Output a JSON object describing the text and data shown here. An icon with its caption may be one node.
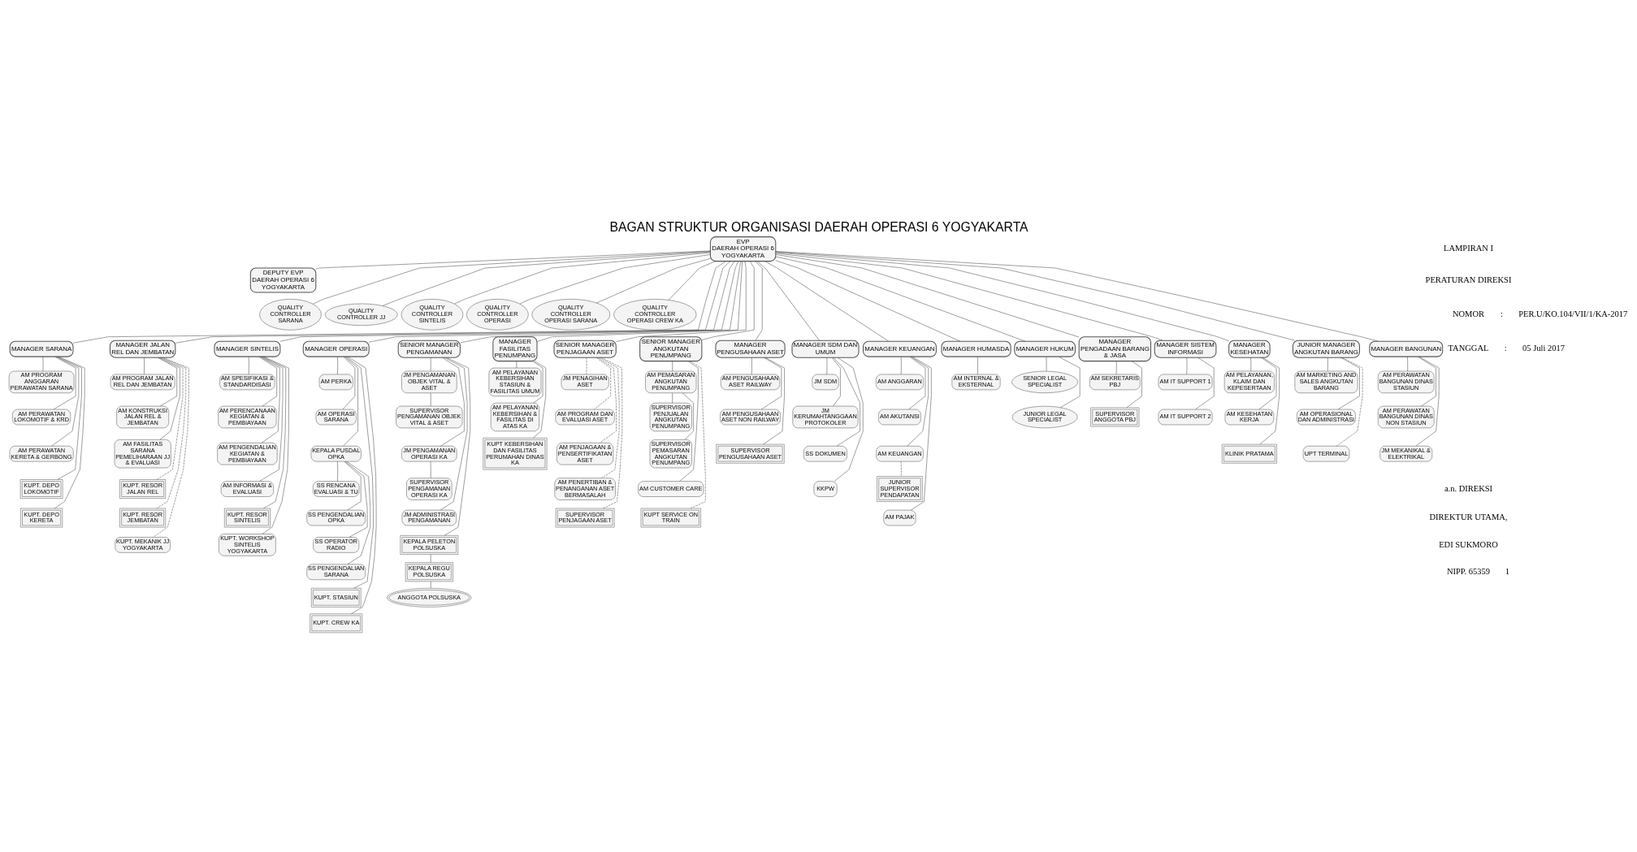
{
  "diagram": {
    "title": "BAGAN STRUKTUR ORGANISASI DAERAH OPERASI 6 YOGYAKARTA",
    "nodes": [
      {
        "text": [
          "EVP",
          "DAERAH OPERASI 6 YOGYAKARTA"
        ]
      },
      {
        "text": [
          "DEPUTY EVP",
          "DAERAH OPERASI 6 YOGYAKARTA"
        ]
      },
      {
        "text": [
          "QUALITY CONTROLLER SARANA"
        ]
      },
      {
        "text": [
          "QUALITY CONTROLLER JJ"
        ]
      },
      {
        "text": [
          "QUALITY CONTROLLER SINTELIS"
        ]
      },
      {
        "text": [
          "QUALITY CONTROLLER OPERASI"
        ]
      },
      {
        "text": [
          "QUALITY CONTROLLER OPERASI SARANA"
        ]
      },
      {
        "text": [
          "QUALITY CONTROLLER OPERASI CREW KA"
        ]
      },
      {
        "text": [
          "MANAGER SARANA"
        ]
      },
      {
        "text": [
          "MANAGER JALAN REL DAN JEMBATAN"
        ]
      },
      {
        "text": [
          "MANAGER SINTELIS"
        ]
      },
      {
        "text": [
          "MANAGER OPERASI"
        ]
      },
      {
        "text": [
          "SENIOR MANAGER PENGAMANAN"
        ]
      },
      {
        "text": [
          "MANAGER FASILITAS PENUMPANG"
        ]
      },
      {
        "text": [
          "SENIOR MANAGER PENJAGAAN ASET"
        ]
      },
      {
        "text": [
          "SENIOR MANAGER ANGKUTAN PENUMPANG"
        ]
      },
      {
        "text": [
          "MANAGER PENGUSAHAAN ASET"
        ]
      },
      {
        "text": [
          "MANAGER SDM DAN UMUM"
        ]
      },
      {
        "text": [
          "MANAGER KEUANGAN"
        ]
      },
      {
        "text": [
          "MANAGER HUMASDA"
        ]
      },
      {
        "text": [
          "MANAGER HUKUM"
        ]
      },
      {
        "text": [
          "MANAGER PENGADAAN BARANG & JASA"
        ]
      },
      {
        "text": [
          "MANAGER SISTEM INFORMASI"
        ]
      },
      {
        "text": [
          "MANAGER KESEHATAN"
        ]
      },
      {
        "text": [
          "JUNIOR MANAGER ANGKUTAN BARANG"
        ]
      },
      {
        "text": [
          "MANAGER BANGUNAN"
        ]
      },
      {
        "text": [
          "AM PROGRAM ANGGARAN PERAWATAN SARANA"
        ]
      },
      {
        "text": [
          "AM PERAWATAN LOKOMOTIF & KRD"
        ]
      },
      {
        "text": [
          "AM PERAWATAN KERETA & GERBONG"
        ]
      },
      {
        "text": [
          "KUPT. DEPO LOKOMOTIF"
        ]
      },
      {
        "text": [
          "KUPT. DEPO KERETA"
        ]
      },
      {
        "text": [
          "AM PROGRAM JALAN REL DAN JEMBATAN"
        ]
      },
      {
        "text": [
          "AM KONSTRUKSI JALAN REL & JEMBATAN"
        ]
      },
      {
        "text": [
          "AM FASILITAS SARANA PEMELIHARAAN JJ & EVALUASI"
        ]
      },
      {
        "text": [
          "KUPT. RESOR JALAN REL"
        ]
      },
      {
        "text": [
          "KUPT. RESOR JEMBATAN"
        ]
      },
      {
        "text": [
          "KUPT. MEKANIK JJ YOGYAKARTA"
        ]
      },
      {
        "text": [
          "AM SPESIFIKASI & STANDARDISASI"
        ]
      },
      {
        "text": [
          "AM PERENCANAAN KEGIATAN & PEMBIAYAAN"
        ]
      },
      {
        "text": [
          "AM PENGENDALIAN KEGIATAN & PEMBIAYAAN"
        ]
      },
      {
        "text": [
          "AM INFORMASI & EVALUASI"
        ]
      },
      {
        "text": [
          "KUPT. RESOR SINTELIS"
        ]
      },
      {
        "text": [
          "KUPT. WORKSHOP SINTELIS YOGYAKARTA"
        ]
      },
      {
        "text": [
          "AM PERKA"
        ]
      },
      {
        "text": [
          "AM OPERASI SARANA"
        ]
      },
      {
        "text": [
          "KEPALA PUSDAL OPKA"
        ]
      },
      {
        "text": [
          "SS RENCANA EVALUASI & TU"
        ]
      },
      {
        "text": [
          "SS PENGENDALIAN OPKA"
        ]
      },
      {
        "text": [
          "SS OPERATOR RADIO"
        ]
      },
      {
        "text": [
          "SS PENGENDALIAN SARANA"
        ]
      },
      {
        "text": [
          "KUPT. STASIUN"
        ]
      },
      {
        "text": [
          "KUPT. CREW KA"
        ]
      },
      {
        "text": [
          "JM PENGAMANAN OBJEK VITAL & ASET"
        ]
      },
      {
        "text": [
          "SUPERVISOR PENGAMANAN OBJEK VITAL & ASET"
        ]
      },
      {
        "text": [
          "JM PENGAMANAN OPERASI KA"
        ]
      },
      {
        "text": [
          "SUPERVISOR PENGAMANAN OPERASI KA"
        ]
      },
      {
        "text": [
          "JM ADMINISTRASI PENGAMANAN"
        ]
      },
      {
        "text": [
          "KEPALA PELETON POLSUSKA"
        ]
      },
      {
        "text": [
          "KEPALA REGU POLSUSKA"
        ]
      },
      {
        "text": [
          "ANGGOTA POLSUSKA"
        ]
      },
      {
        "text": [
          "AM PELAYANAN KEBERSIHAN STASIUN & FASILITAS UMUM"
        ]
      },
      {
        "text": [
          "AM PELAYANAN KEBERSIHAN & FASILITAS DI ATAS KA"
        ]
      },
      {
        "text": [
          "KUPT KEBERSIHAN DAN FASILITAS PERUMAHAN DINAS KA"
        ]
      },
      {
        "text": [
          "JM PENAGIHAN ASET"
        ]
      },
      {
        "text": [
          "AM PROGRAM DAN EVALUASI ASET"
        ]
      },
      {
        "text": [
          "AM PENJAGAAN & PENSERTIFIKATAN ASET"
        ]
      },
      {
        "text": [
          "AM PENERTIBAN & PENANGANAN ASET BERMASALAH"
        ]
      },
      {
        "text": [
          "SUPERVISOR PENJAGAAN ASET"
        ]
      },
      {
        "text": [
          "AM PEMASARAN ANGKUTAN PENUMPANG"
        ]
      },
      {
        "text": [
          "AM CUSTOMER CARE"
        ]
      },
      {
        "text": [
          "SUPERVISOR PENJUALAN ANGKUTAN PENUMPANG"
        ]
      },
      {
        "text": [
          "SUPERVISOR PEMASARAN ANGKUTAN PENUMPANG"
        ]
      },
      {
        "text": [
          "KUPT SERVICE ON TRAIN"
        ]
      },
      {
        "text": [
          "AM PENGUSAHAAN ASET RAILWAY"
        ]
      },
      {
        "text": [
          "AM PENGUSAHAAN ASET NON RAILWAY"
        ]
      },
      {
        "text": [
          "SUPERVISOR PENGUSAHAAN ASET"
        ]
      },
      {
        "text": [
          "JM SDM"
        ]
      },
      {
        "text": [
          "JM KERUMAHTANGGAAN PROTOKOLER"
        ]
      },
      {
        "text": [
          "SS DOKUMEN"
        ]
      },
      {
        "text": [
          "KKPW"
        ]
      },
      {
        "text": [
          "AM ANGGARAN"
        ]
      },
      {
        "text": [
          "AM AKUTANSI"
        ]
      },
      {
        "text": [
          "AM KEUANGAN"
        ]
      },
      {
        "text": [
          "AM PAJAK"
        ]
      },
      {
        "text": [
          "JUNIOR SUPERVISOR PENDAPATAN"
        ]
      },
      {
        "text": [
          "AM INTERNAL & EKSTERNAL"
        ]
      },
      {
        "text": [
          "SENIOR LEGAL SPECIALIST"
        ]
      },
      {
        "text": [
          "JUNIOR LEGAL SPECIALIST"
        ]
      },
      {
        "text": [
          "AM SEKRETARIS PBJ"
        ]
      },
      {
        "text": [
          "SUPERVISOR ANGGOTA PBJ"
        ]
      },
      {
        "text": [
          "AM IT SUPPORT 1"
        ]
      },
      {
        "text": [
          "AM IT SUPPORT 2"
        ]
      },
      {
        "text": [
          "AM PELAYANAN, KLAIM DAN KEPESERTAAN"
        ]
      },
      {
        "text": [
          "AM KESEHATAN KERJA"
        ]
      },
      {
        "text": [
          "KLINIK PRATAMA"
        ]
      },
      {
        "text": [
          "AM MARKETING AND SALES ANGKUTAN BARANG"
        ]
      },
      {
        "text": [
          "AM OPERASIONAL DAN ADMINISTRASI"
        ]
      },
      {
        "text": [
          "UPT TERMINAL"
        ]
      },
      {
        "text": [
          "AM PERAWATAN BANGUNAN DINAS STASIUN"
        ]
      },
      {
        "text": [
          "AM PERAWATAN BANGUNAN DINAS NON STASIUN"
        ]
      },
      {
        "text": [
          "JM MEKANIKAL & ELEKTRIKAL"
        ]
      }
    ],
    "edges": [
      {
        "from": 0,
        "to": 1,
        "arrow": "none"
      },
      {
        "from": 0,
        "to": 2,
        "arrow": "none"
      },
      {
        "from": 0,
        "to": 3,
        "arrow": "none"
      },
      {
        "from": 0,
        "to": 4,
        "arrow": "none"
      },
      {
        "from": 0,
        "to": 5,
        "arrow": "none"
      },
      {
        "from": 0,
        "to": 6,
        "arrow": "none"
      },
      {
        "from": 0,
        "to": 7,
        "arrow": "none"
      },
      {
        "from": 0,
        "to": 8,
        "arrow": "none"
      },
      {
        "from": 0,
        "to": 9,
        "arrow": "none"
      },
      {
        "from": 0,
        "to": 10,
        "arrow": "none"
      },
      {
        "from": 0,
        "to": 11,
        "arrow": "none"
      },
      {
        "from": 0,
        "to": 12,
        "arrow": "none"
      },
      {
        "from": 0,
        "to": 13,
        "arrow": "none"
      },
      {
        "from": 0,
        "to": 14,
        "arrow": "none"
      },
      {
        "from": 0,
        "to": 15,
        "arrow": "none"
      },
      {
        "from": 0,
        "to": 16,
        "arrow": "none"
      },
      {
        "from": 0,
        "to": 17,
        "arrow": "none"
      },
      {
        "from": 0,
        "to": 18,
        "arrow": "none"
      },
      {
        "from": 0,
        "to": 19,
        "arrow": "none"
      },
      {
        "from": 0,
        "to": 20,
        "arrow": "none"
      },
      {
        "from": 0,
        "to": 21,
        "arrow": "none"
      },
      {
        "from": 0,
        "to": 22,
        "arrow": "none"
      },
      {
        "from": 0,
        "to": 23,
        "arrow": "none"
      },
      {
        "from": 0,
        "to": 24,
        "arrow": "none"
      },
      {
        "from": 0,
        "to": 25,
        "arrow": "none"
      },
      {
        "from": 8,
        "to": 26,
        "arrow": "none"
      },
      {
        "from": 8,
        "to": 27,
        "arrow": "none"
      },
      {
        "from": 8,
        "to": 28,
        "arrow": "none"
      },
      {
        "from": 8,
        "to": 29,
        "arrow": "none"
      },
      {
        "from": 8,
        "to": 30,
        "arrow": "none"
      },
      {
        "from": 9,
        "to": 31,
        "arrow": "none"
      },
      {
        "from": 9,
        "to": 32,
        "arrow": "none"
      },
      {
        "from": 9,
        "to": 33,
        "arrow": "none"
      },
      {
        "from": 9,
        "to": 34,
        "arrow": "none",
        "style": "dashed"
      },
      {
        "from": 9,
        "to": 35,
        "arrow": "none",
        "style": "dashed"
      },
      {
        "from": 9,
        "to": 36,
        "arrow": "none",
        "style": "dashed"
      },
      {
        "from": 10,
        "to": 37,
        "arrow": "none"
      },
      {
        "from": 10,
        "to": 38,
        "arrow": "none"
      },
      {
        "from": 10,
        "to": 39,
        "arrow": "none"
      },
      {
        "from": 10,
        "to": 40,
        "arrow": "none"
      },
      {
        "from": 10,
        "to": 41,
        "arrow": "none"
      },
      {
        "from": 10,
        "to": 42,
        "arrow": "none"
      },
      {
        "from": 11,
        "to": 43,
        "arrow": "none"
      },
      {
        "from": 11,
        "to": 44,
        "arrow": "none"
      },
      {
        "from": 11,
        "to": 45,
        "arrow": "none"
      },
      {
        "from": 45,
        "to": 46,
        "arrow": "none"
      },
      {
        "from": 45,
        "to": 47,
        "arrow": "none"
      },
      {
        "from": 45,
        "to": 48,
        "arrow": "none"
      },
      {
        "from": 45,
        "to": 49,
        "arrow": "none"
      },
      {
        "from": 11,
        "to": 50,
        "arrow": "none"
      },
      {
        "from": 11,
        "to": 51,
        "arrow": "none"
      },
      {
        "from": 12,
        "to": 52,
        "arrow": "none"
      },
      {
        "from": 52,
        "to": 53,
        "arrow": "none"
      },
      {
        "from": 12,
        "to": 54,
        "arrow": "none"
      },
      {
        "from": 54,
        "to": 55,
        "arrow": "none"
      },
      {
        "from": 12,
        "to": 56,
        "arrow": "none"
      },
      {
        "from": 12,
        "to": 57,
        "arrow": "none"
      },
      {
        "from": 57,
        "to": 58,
        "arrow": "none"
      },
      {
        "from": 58,
        "to": 59,
        "arrow": "none"
      },
      {
        "from": 13,
        "to": 60,
        "arrow": "none"
      },
      {
        "from": 13,
        "to": 61,
        "arrow": "none"
      },
      {
        "from": 13,
        "to": 62,
        "arrow": "none"
      },
      {
        "from": 14,
        "to": 63,
        "arrow": "none",
        "style": "dashed"
      },
      {
        "from": 14,
        "to": 64,
        "arrow": "none",
        "style": "dashed"
      },
      {
        "from": 14,
        "to": 65,
        "arrow": "none",
        "style": "dashed"
      },
      {
        "from": 14,
        "to": 66,
        "arrow": "none",
        "style": "dashed"
      },
      {
        "from": 14,
        "to": 67,
        "arrow": "none",
        "style": "dashed"
      },
      {
        "from": 15,
        "to": 68,
        "arrow": "none"
      },
      {
        "from": 15,
        "to": 69,
        "arrow": "none"
      },
      {
        "from": 68,
        "to": 70,
        "arrow": "none"
      },
      {
        "from": 68,
        "to": 71,
        "arrow": "none"
      },
      {
        "from": 15,
        "to": 72,
        "arrow": "none",
        "style": "dashed"
      },
      {
        "from": 16,
        "to": 73,
        "arrow": "none"
      },
      {
        "from": 16,
        "to": 74,
        "arrow": "none"
      },
      {
        "from": 16,
        "to": 75,
        "arrow": "none"
      },
      {
        "from": 17,
        "to": 76,
        "arrow": "none"
      },
      {
        "from": 17,
        "to": 77,
        "arrow": "none"
      },
      {
        "from": 17,
        "to": 78,
        "arrow": "none"
      },
      {
        "from": 17,
        "to": 79,
        "arrow": "none"
      },
      {
        "from": 18,
        "to": 80,
        "arrow": "none"
      },
      {
        "from": 18,
        "to": 81,
        "arrow": "none"
      },
      {
        "from": 18,
        "to": 82,
        "arrow": "none"
      },
      {
        "from": 18,
        "to": 83,
        "arrow": "none"
      },
      {
        "from": 82,
        "to": 84,
        "arrow": "none",
        "style": "dashed"
      },
      {
        "from": 19,
        "to": 85,
        "arrow": "none"
      },
      {
        "from": 20,
        "to": 86,
        "arrow": "none"
      },
      {
        "from": 20,
        "to": 87,
        "arrow": "none"
      },
      {
        "from": 21,
        "to": 88,
        "arrow": "none"
      },
      {
        "from": 21,
        "to": 89,
        "arrow": "none"
      },
      {
        "from": 22,
        "to": 90,
        "arrow": "none"
      },
      {
        "from": 22,
        "to": 91,
        "arrow": "none"
      },
      {
        "from": 23,
        "to": 92,
        "arrow": "none"
      },
      {
        "from": 23,
        "to": 93,
        "arrow": "none"
      },
      {
        "from": 23,
        "to": 94,
        "arrow": "none"
      },
      {
        "from": 24,
        "to": 95,
        "arrow": "none"
      },
      {
        "from": 24,
        "to": 96,
        "arrow": "none"
      },
      {
        "from": 24,
        "to": 97,
        "arrow": "none",
        "style": "dashed"
      },
      {
        "from": 25,
        "to": 98,
        "arrow": "none"
      },
      {
        "from": 25,
        "to": 99,
        "arrow": "none"
      },
      {
        "from": 25,
        "to": 100,
        "arrow": "none"
      }
    ],
    "labels": [
      "LAMPIRAN I",
      "PERATURAN DIREKSI",
      "NOMOR",
      ":",
      "PER.U/KO.104/VII/1/KA-2017",
      "TANGGAL",
      ":",
      "05 Juli 2017",
      "a.n. DIREKSI",
      "DIREKTUR UTAMA,",
      "EDI SUKMORO",
      "NIPP. 65359",
      "1"
    ]
  }
}
